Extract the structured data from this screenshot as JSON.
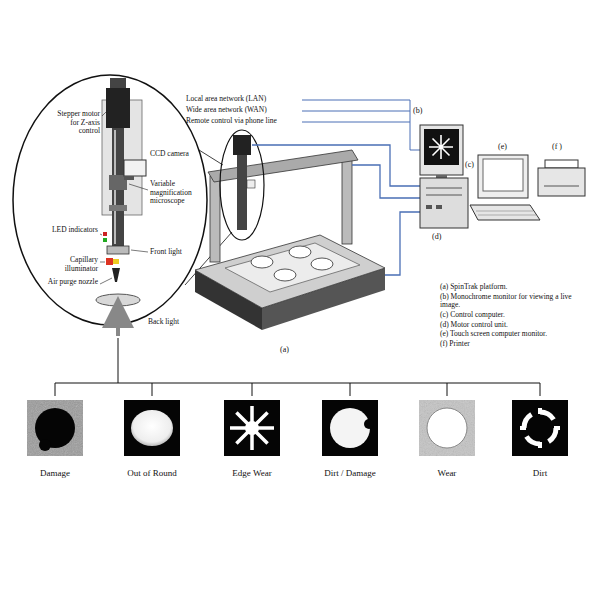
{
  "diagram": {
    "nodes": [
      {
        "text": [
          "Damage"
        ]
      },
      {
        "text": [
          "Out of Round"
        ]
      },
      {
        "text": [
          "Edge Wear"
        ]
      },
      {
        "text": [
          "Dirt / Damage"
        ]
      },
      {
        "text": [
          "Wear"
        ]
      },
      {
        "text": [
          "Dirt"
        ]
      }
    ],
    "labels": [
      "Stepper motor for Z-axis control",
      "CCD camera",
      "Variable magnification microscope",
      "LED indicators",
      "Front light",
      "Capillary illuminator",
      "Air purge nozzle",
      "Back light",
      "Local area network (LAN)",
      "Wide area network (WAN)",
      "Remote control via phone line",
      "(b)",
      "(c)",
      "(e)",
      "(f )",
      "(d)",
      "(a)",
      "(a) SpinTrak platform.",
      "(b) Monochrome monitor for viewing a live image.",
      "(c) Control computer.",
      "(d) Motor control unit.",
      "(e) Touch screen computer monitor.",
      "(f) Printer"
    ]
  }
}
